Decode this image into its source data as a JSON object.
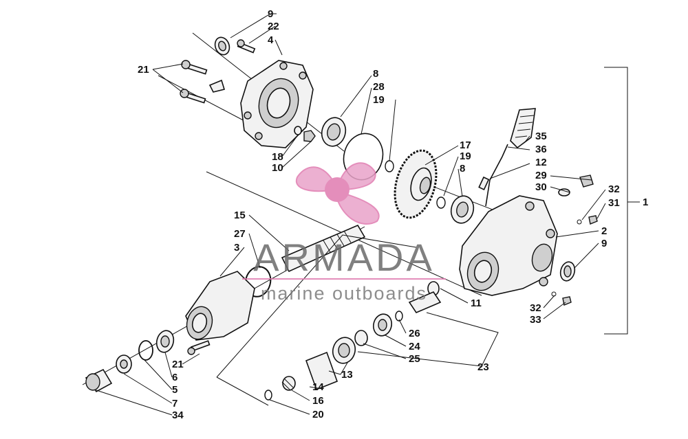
{
  "watermark": {
    "brand": "ARMADA",
    "tagline": "marine outboards",
    "colors": {
      "logo_pink": "#e07bb0",
      "logo_text": "#6b6b6b"
    }
  },
  "callouts": {
    "n9a": "9",
    "n22": "22",
    "n4": "4",
    "n21a": "21",
    "n8a": "8",
    "n28": "28",
    "n19a": "19",
    "n18": "18",
    "n10": "10",
    "n17": "17",
    "n19b": "19",
    "n8b": "8",
    "n35": "35",
    "n36": "36",
    "n12": "12",
    "n29": "29",
    "n30": "30",
    "n32a": "32",
    "n31": "31",
    "n1": "1",
    "n2": "2",
    "n9b": "9",
    "n15": "15",
    "n27": "27",
    "n3": "3",
    "n11": "11",
    "n32b": "32",
    "n33": "33",
    "n26": "26",
    "n24": "24",
    "n25": "25",
    "n23": "23",
    "n21b": "21",
    "n6": "6",
    "n5": "5",
    "n7": "7",
    "n34": "34",
    "n13": "13",
    "n14": "14",
    "n16": "16",
    "n20": "20"
  }
}
